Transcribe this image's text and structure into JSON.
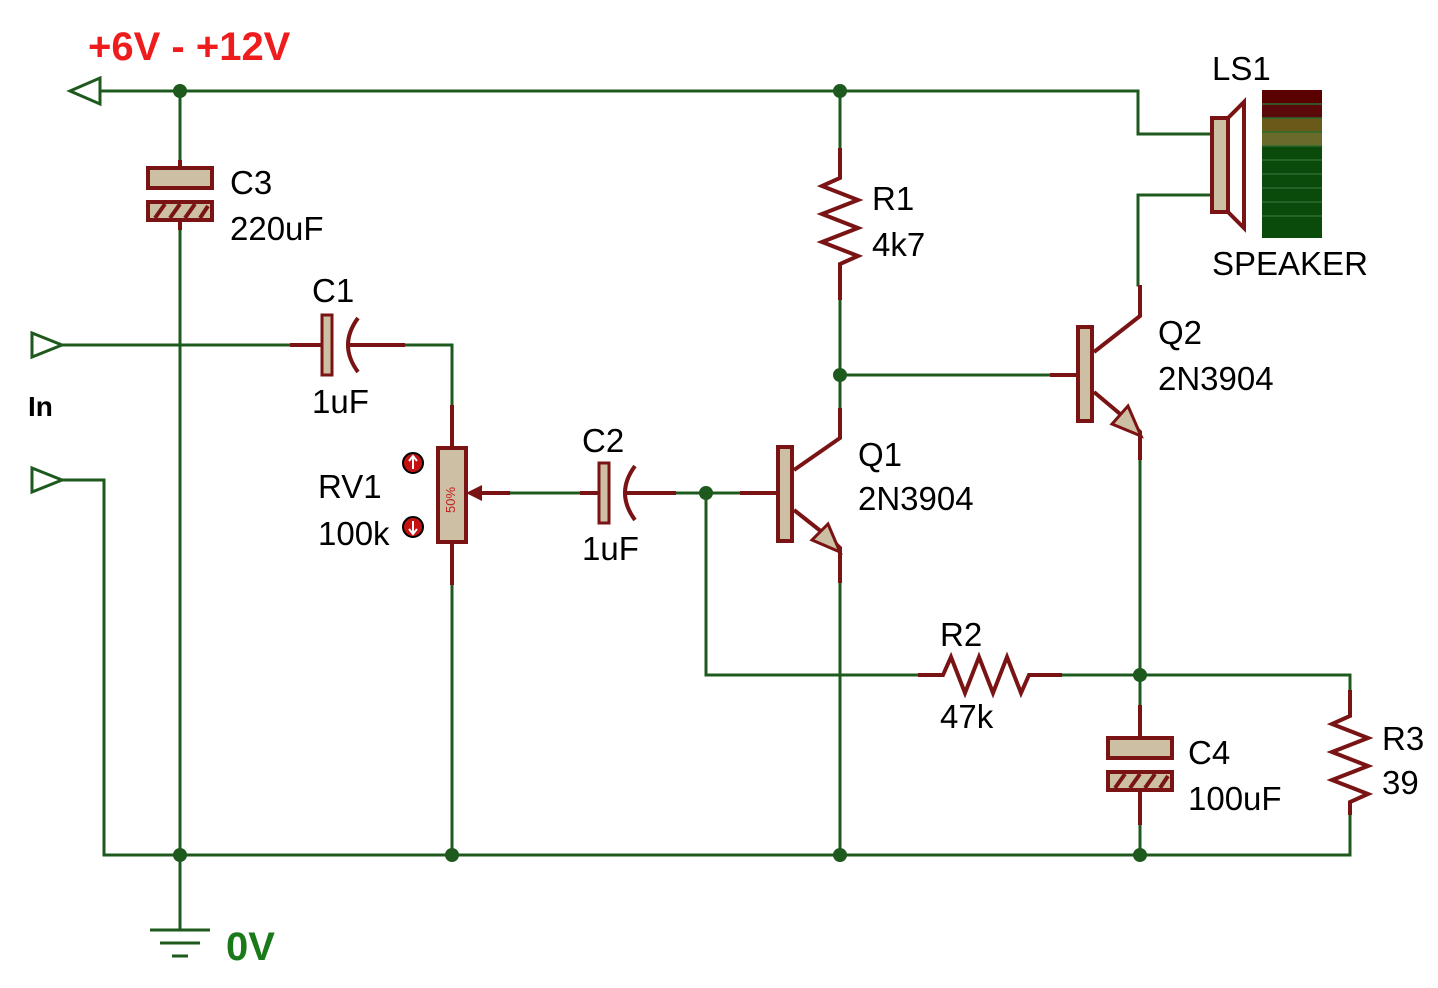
{
  "supply": {
    "label": "+6V - +12V",
    "color": "#ee1c1c"
  },
  "ground": {
    "label": "0V",
    "color": "#1a7a1a"
  },
  "input": {
    "label": "In"
  },
  "components": {
    "c1": {
      "ref": "C1",
      "value": "1uF"
    },
    "c2": {
      "ref": "C2",
      "value": "1uF"
    },
    "c3": {
      "ref": "C3",
      "value": "220uF"
    },
    "c4": {
      "ref": "C4",
      "value": "100uF"
    },
    "r1": {
      "ref": "R1",
      "value": "4k7"
    },
    "r2": {
      "ref": "R2",
      "value": "47k"
    },
    "r3": {
      "ref": "R3",
      "value": "39"
    },
    "rv1": {
      "ref": "RV1",
      "value": "100k",
      "setting": "50%"
    },
    "q1": {
      "ref": "Q1",
      "value": "2N3904"
    },
    "q2": {
      "ref": "Q2",
      "value": "2N3904"
    },
    "ls1": {
      "ref": "LS1",
      "value": "SPEAKER"
    }
  },
  "colors": {
    "wire": "#1e5a1e",
    "component": "#7a1414",
    "body_fill": "#cdbfa4"
  }
}
